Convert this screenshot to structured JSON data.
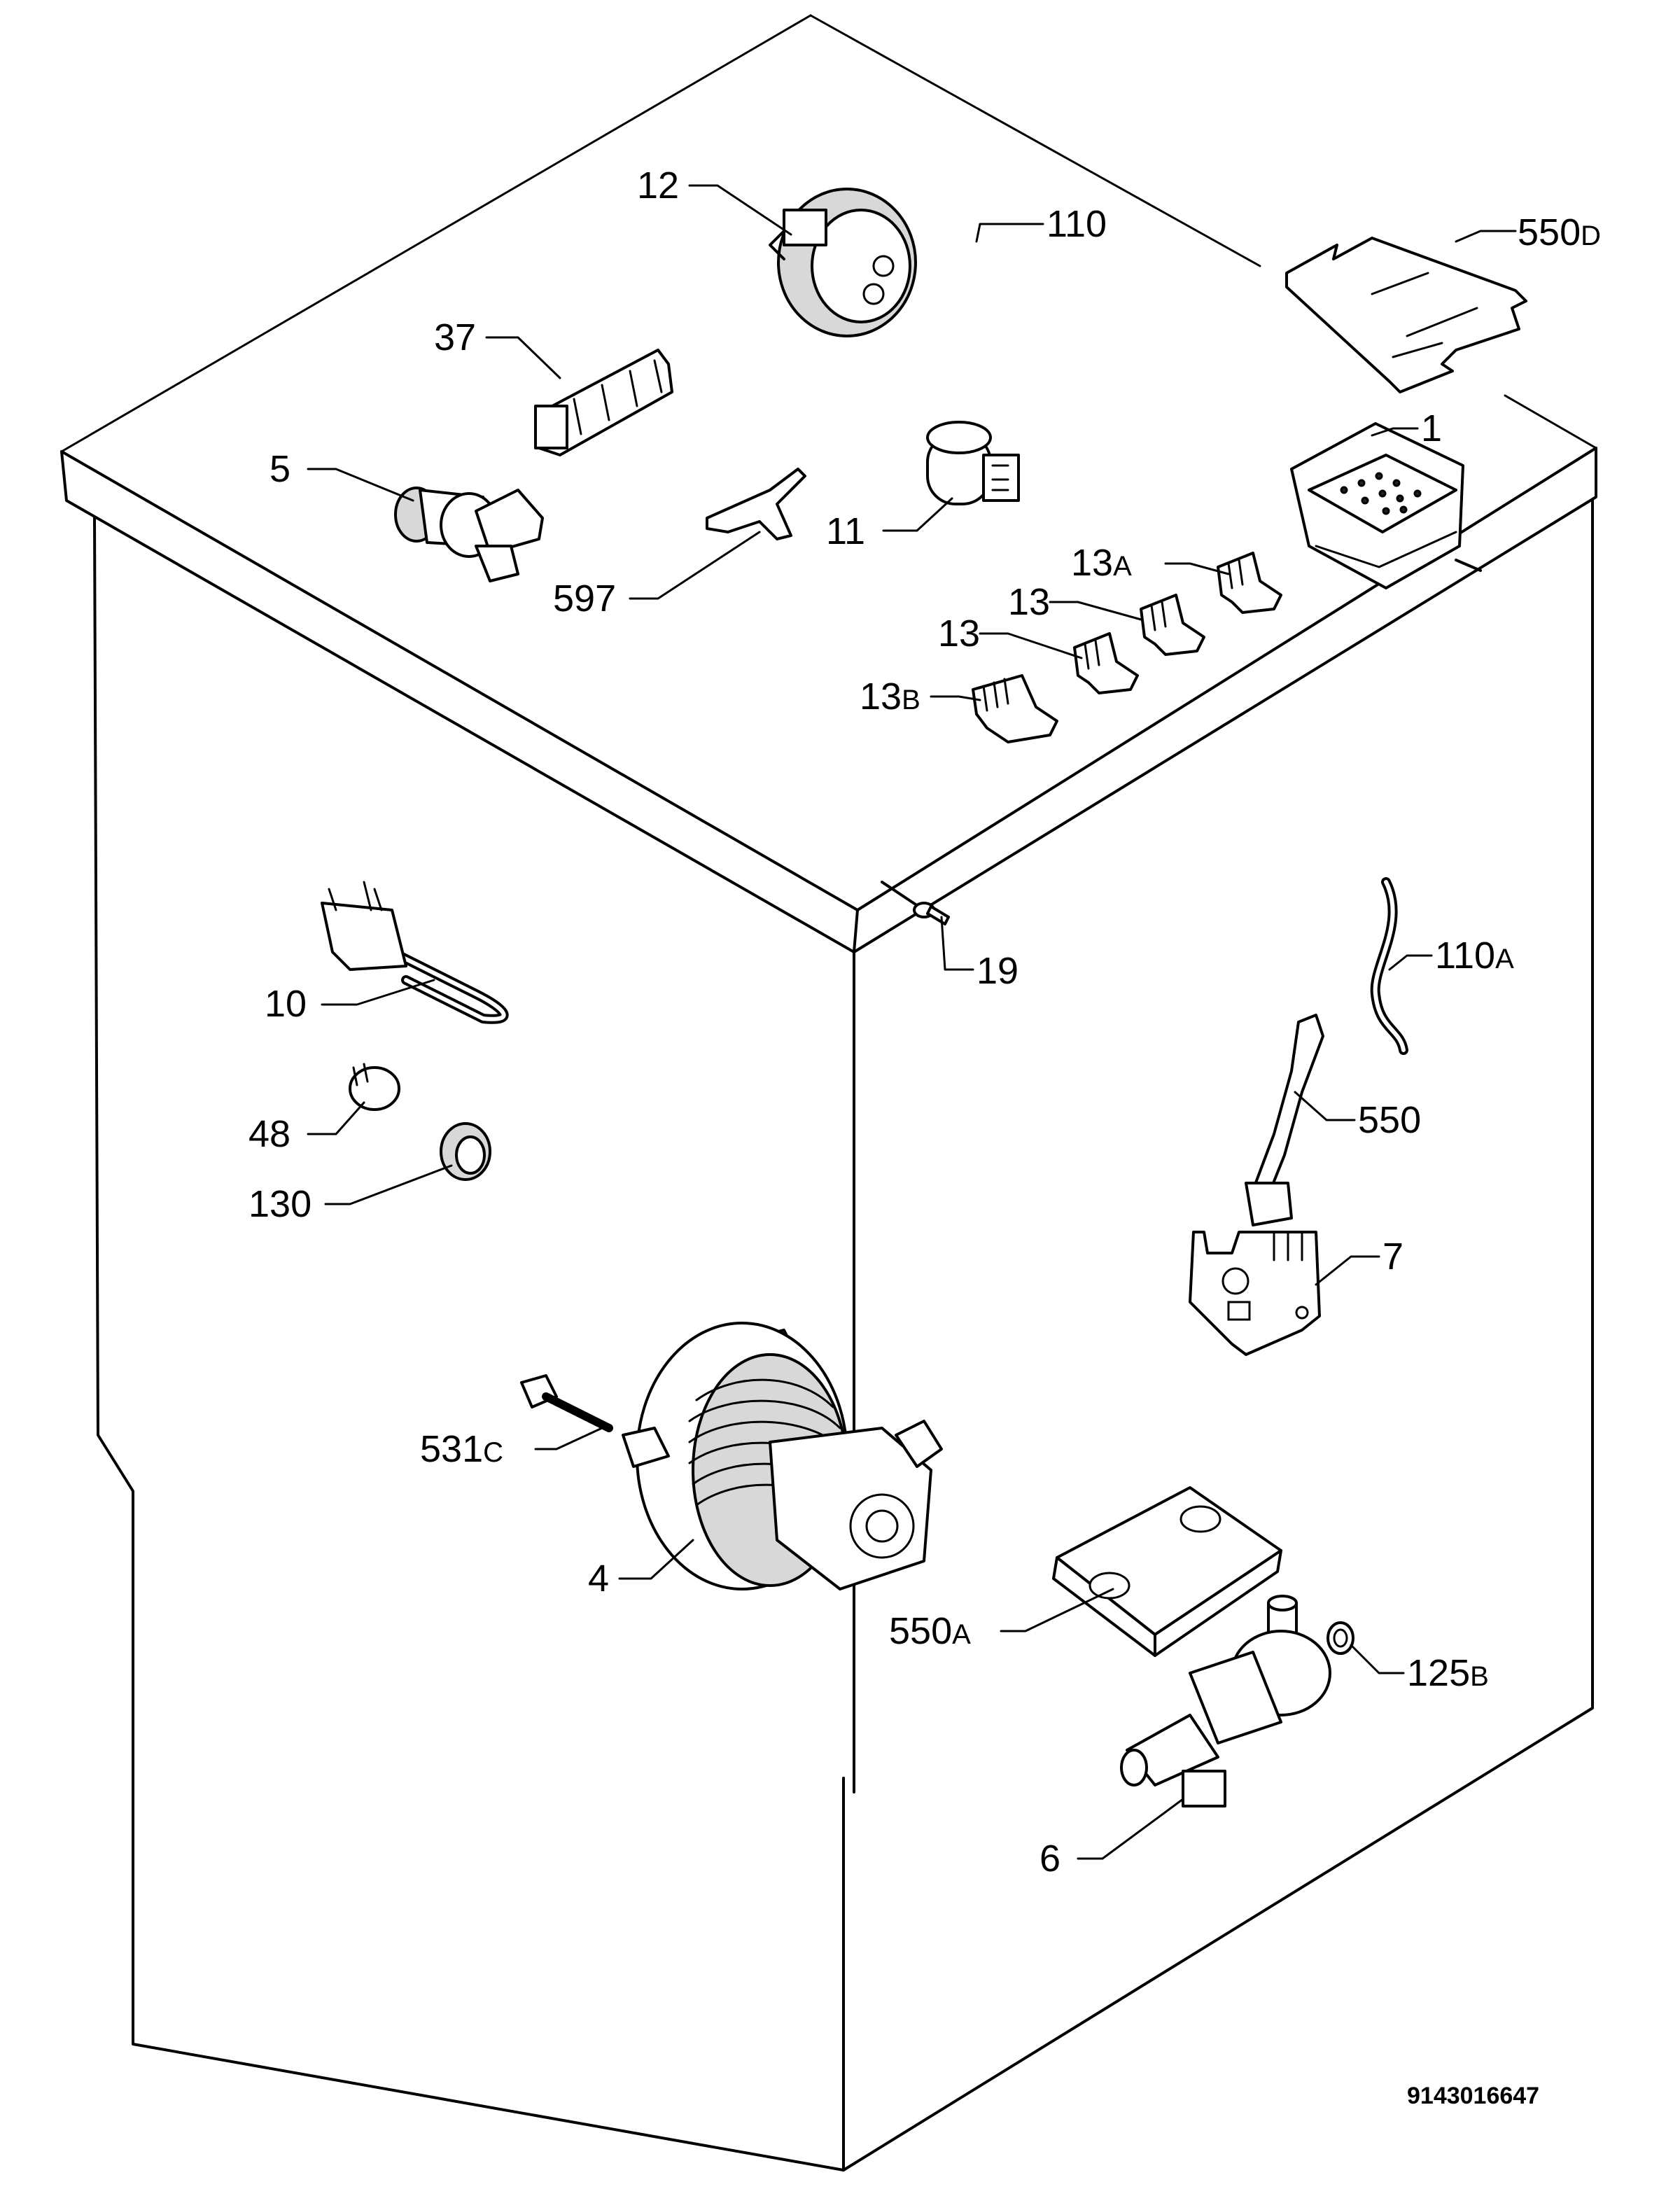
{
  "labels": {
    "l12": "12",
    "l110": "110",
    "l550d_num": "550",
    "l550d_sfx": "D",
    "l37": "37",
    "l5": "5",
    "l11": "11",
    "l597": "597",
    "l1": "1",
    "l13a_num": "13",
    "l13a_sfx": "A",
    "l13_upper": "13",
    "l13_lower": "13",
    "l13b_num": "13",
    "l13b_sfx": "B",
    "l19": "19",
    "l110a_num": "110",
    "l110a_sfx": "A",
    "l10": "10",
    "l48": "48",
    "l130": "130",
    "l550": "550",
    "l7": "7",
    "l531c_num": "531",
    "l531c_sfx": "C",
    "l4": "4",
    "l550a_num": "550",
    "l550a_sfx": "A",
    "l125b_num": "125",
    "l125b_sfx": "B",
    "l6": "6"
  },
  "document_number": "9143016647"
}
